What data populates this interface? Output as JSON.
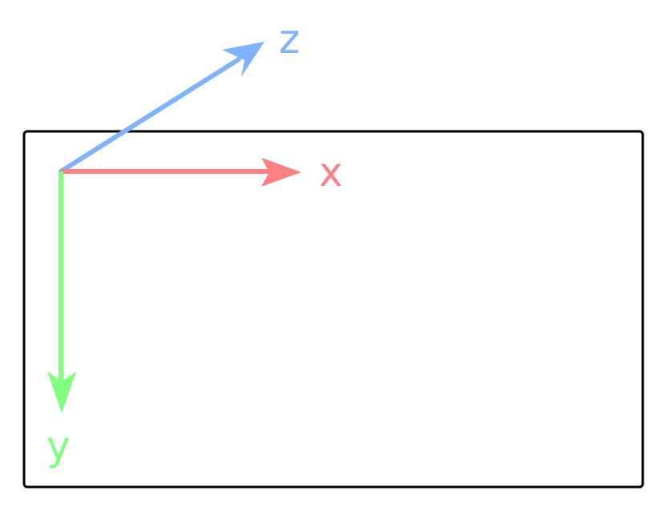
{
  "axes": {
    "x": {
      "label": "x",
      "color": "#ff8080"
    },
    "y": {
      "label": "y",
      "color": "#80ff80"
    },
    "z": {
      "label": "z",
      "color": "#80b3ff"
    }
  },
  "frame": {
    "color": "#000000"
  }
}
